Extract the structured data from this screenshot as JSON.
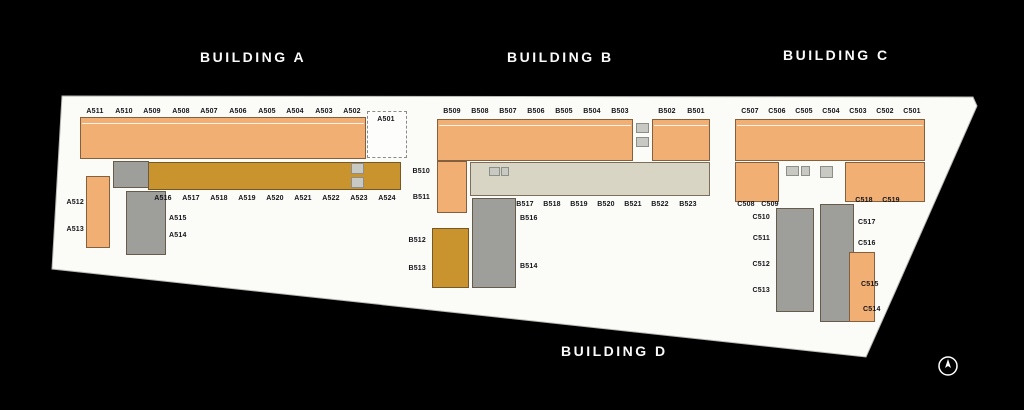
{
  "buildings": {
    "a": "BUILDING A",
    "b": "BUILDING B",
    "c": "BUILDING C",
    "d": "BUILDING D"
  },
  "units": {
    "a_top": [
      "A511",
      "A510",
      "A509",
      "A508",
      "A507",
      "A506",
      "A505",
      "A504",
      "A503",
      "A502"
    ],
    "a_501": "A501",
    "a_mid": [
      "A516",
      "A517",
      "A518",
      "A519",
      "A520",
      "A521",
      "A522",
      "A523",
      "A524"
    ],
    "a_left": [
      "A512",
      "A513"
    ],
    "a_inner": [
      "A515",
      "A514"
    ],
    "b_top": [
      "B509",
      "B508",
      "B507",
      "B506",
      "B505",
      "B504",
      "B503"
    ],
    "b_top_right": [
      "B502",
      "B501"
    ],
    "b_left": [
      "B510",
      "B511"
    ],
    "b_mid": [
      "B517",
      "B518",
      "B519",
      "B520",
      "B521",
      "B522",
      "B523"
    ],
    "b_col_right": [
      "B516",
      "B514"
    ],
    "b_gold": [
      "B512",
      "B513"
    ],
    "c_top": [
      "C507",
      "C506",
      "C505",
      "C504",
      "C503",
      "C502",
      "C501"
    ],
    "c_row2_left": [
      "C508",
      "C509"
    ],
    "c_row2_right": [
      "C518",
      "C519"
    ],
    "c_col_left": [
      "C510",
      "C511",
      "C512",
      "C513"
    ],
    "c_col_right": [
      "C517",
      "C516",
      "C515",
      "C514"
    ]
  },
  "colors": {
    "background": "#000000",
    "plan_fill": "#FBFBF8",
    "unit_orange": "#F1AF74",
    "unit_gold": "#C9932D",
    "unit_gray": "#9E9E9B",
    "unit_cream": "#D9D5C4"
  },
  "icons": {
    "compass": "compass-icon",
    "stairs": "stairs-icon"
  }
}
